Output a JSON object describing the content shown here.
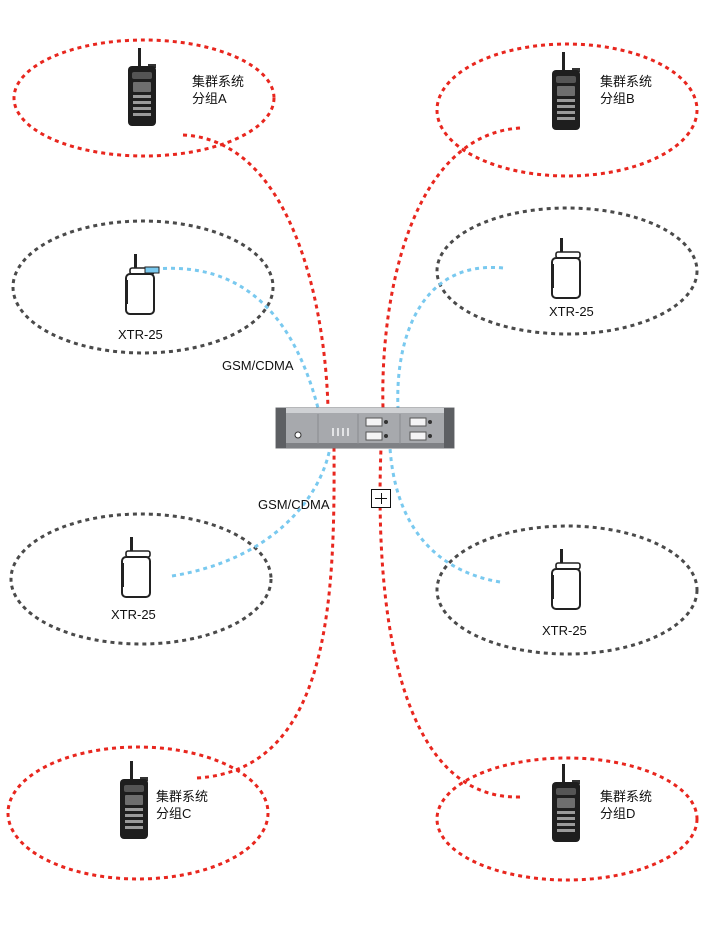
{
  "groups": [
    {
      "id": "a",
      "line1": "集群系统",
      "line2": "分组A"
    },
    {
      "id": "b",
      "line1": "集群系统",
      "line2": "分组B"
    },
    {
      "id": "c",
      "line1": "集群系统",
      "line2": "分组C"
    },
    {
      "id": "d",
      "line1": "集群系统",
      "line2": "分组D"
    }
  ],
  "terminals": [
    {
      "id": "tl",
      "label": "XTR-25"
    },
    {
      "id": "tr",
      "label": "XTR-25"
    },
    {
      "id": "bl",
      "label": "XTR-25"
    },
    {
      "id": "br",
      "label": "XTR-25"
    }
  ],
  "links": {
    "top": "GSM/CDMA",
    "bottom": "GSM/CDMA"
  },
  "colors": {
    "trunk_circle": "#e8261e",
    "xtr_circle": "#4a4a4a",
    "xtr_link": "#79c9ef",
    "device": "#222222"
  }
}
